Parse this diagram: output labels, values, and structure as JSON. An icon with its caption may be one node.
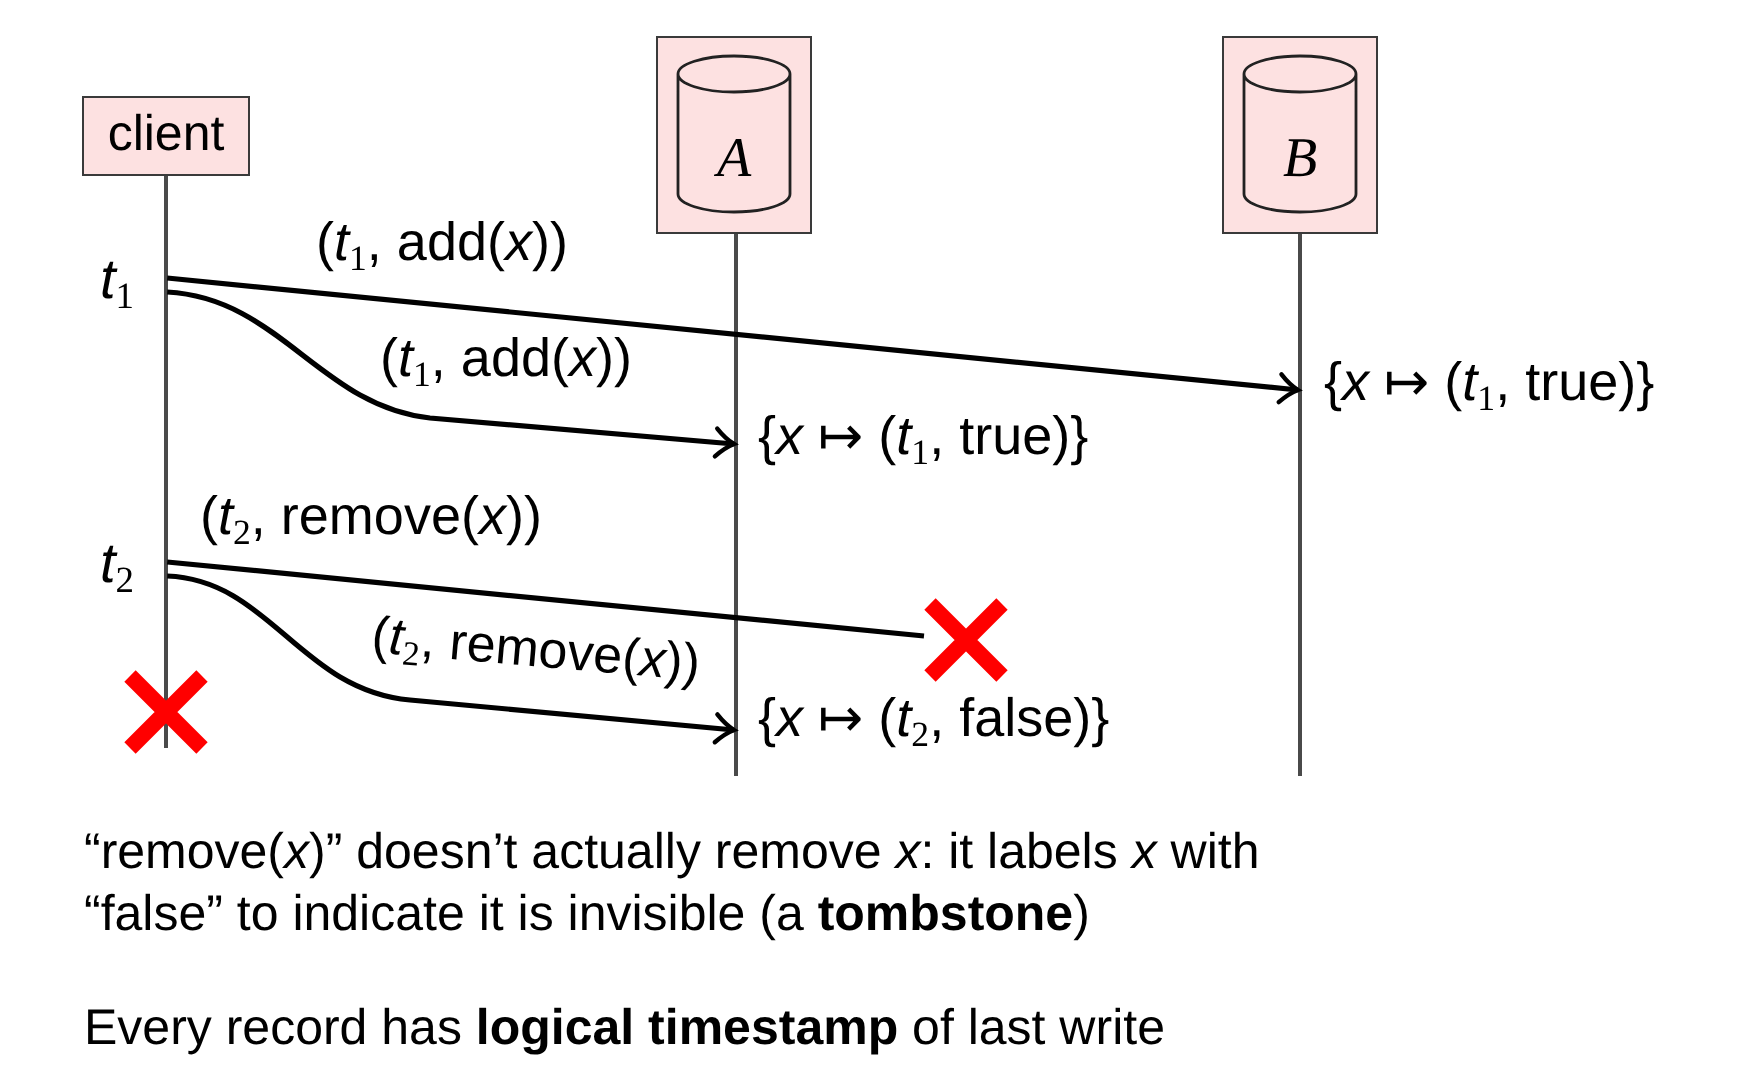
{
  "diagram": {
    "nodes": [
      {
        "text": [
          "client"
        ]
      },
      {
        "text": [
          "A"
        ]
      },
      {
        "text": [
          "B"
        ]
      },
      {
        "text": [],
        "shape": "line"
      },
      {
        "text": [],
        "shape": "line"
      },
      {
        "text": [],
        "shape": "line"
      },
      {
        "text": [],
        "shape": "cross"
      },
      {
        "text": [],
        "shape": "cross"
      }
    ],
    "edges": [
      {
        "from": 3,
        "to": 5,
        "arrow": "to",
        "label": "(*t*$_{1}$, add(*x*))"
      },
      {
        "from": 3,
        "to": 4,
        "arrow": "to",
        "label": "(*t*$_{1}$, add(*x*))"
      },
      {
        "from": 3,
        "to": 6,
        "arrow": "none",
        "label": "(*t*$_{2}$, remove(*x*))"
      },
      {
        "from": 3,
        "to": 4,
        "arrow": "to",
        "label": "(*t*$_{2}$, remove(*x*))"
      }
    ],
    "labels": [
      "*t*$_{1}$",
      "{*x* ↦ (*t*$_{1}$, true)}",
      "{*x* ↦ (*t*$_{1}$, true)}",
      "*t*$_{2}$",
      "{*x* ↦ (*t*$_{2}$, false)}",
      "“remove(*x*)” doesn’t actually remove *x*: it labels *x* with “false” to indicate it is invisible (a **tombstone**)",
      "Every record has **logical timestamp** of last write"
    ]
  }
}
